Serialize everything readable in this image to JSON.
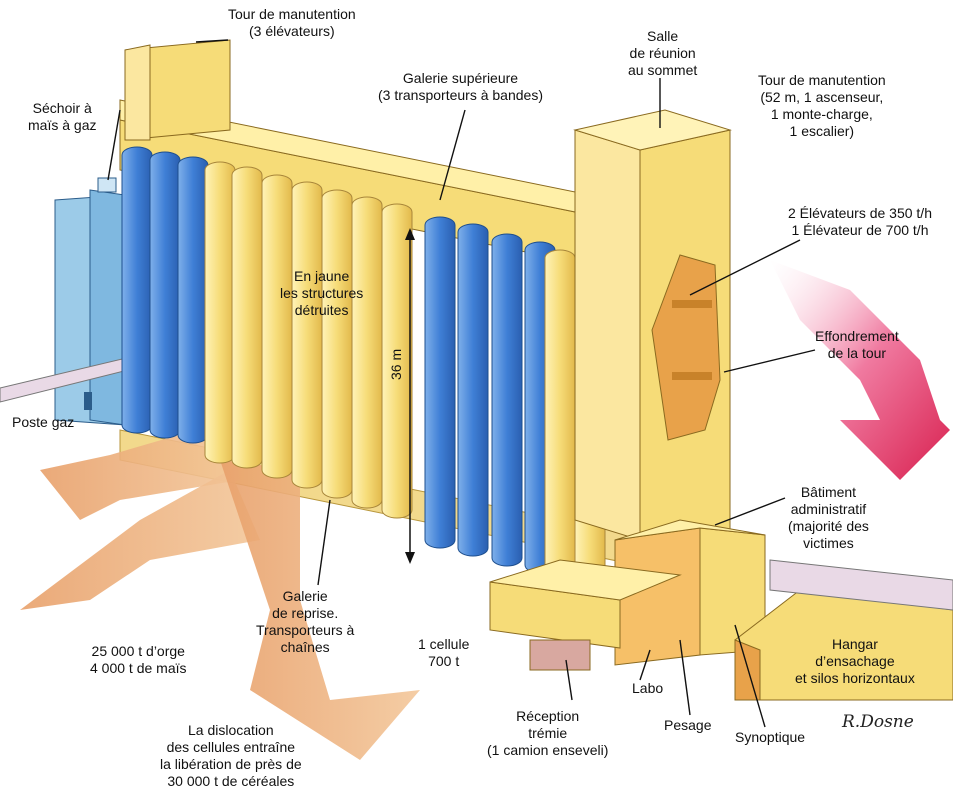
{
  "labels": {
    "tour_3_elev": [
      "Tour de manutention",
      "(3 élévateurs)"
    ],
    "salle": [
      "Salle",
      "de réunion",
      "au sommet"
    ],
    "tour_52m": [
      "Tour de manutention",
      "(52 m, 1 ascenseur,",
      "1 monte-charge,",
      "1 escalier)"
    ],
    "galerie_sup": [
      "Galerie supérieure",
      "(3 transporteurs à bandes)"
    ],
    "sechoir": [
      "Séchoir à",
      "maïs à gaz"
    ],
    "elevateurs": [
      "2 Élévateurs de 350 t/h",
      "1 Élévateur de 700 t/h"
    ],
    "jaune": [
      "En jaune",
      "les  structures",
      "détruites"
    ],
    "effondrement": [
      "Effondrement",
      "de la tour"
    ],
    "poste_gaz": [
      "Poste gaz"
    ],
    "hauteur": "36 m",
    "batiment": [
      "Bâtiment",
      "administratif",
      "(majorité des",
      "victimes"
    ],
    "galerie_reprise": [
      "Galerie",
      "de reprise.",
      "Transporteurs à",
      "chaînes"
    ],
    "orge": [
      "25 000 t d’orge",
      "4 000 t de maïs"
    ],
    "cellule": [
      "1 cellule",
      "700 t"
    ],
    "hangar": [
      "Hangar",
      "d’ensachage",
      "et silos horizontaux"
    ],
    "labo": [
      "Labo"
    ],
    "reception": [
      "Réception",
      "trémie",
      "(1 camion enseveli)"
    ],
    "pesage": [
      "Pesage"
    ],
    "synoptique": [
      "Synoptique"
    ],
    "dislocation": [
      "La dislocation",
      "des cellules entraîne",
      "la libération de près de",
      "30 000 t de céréales"
    ]
  },
  "signature": "R.Dosne",
  "colors": {
    "destroyed_yellow": "#f6dc78",
    "intact_blue": "#4a88d8",
    "dryer_blue": "#9ccbe8",
    "debris_orange": "#e8a06a",
    "collapse_arrow": "#e0306a"
  }
}
